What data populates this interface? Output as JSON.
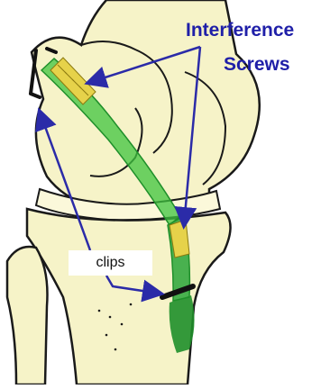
{
  "labels": {
    "interference_line1": "Interference",
    "interference_line2": "Screws",
    "clips": "clips"
  },
  "colors": {
    "label_blue": "#1f1fa8",
    "arrow_blue": "#2b2ba8",
    "bone_fill": "#f6f3c8",
    "outline": "#1a1a1a",
    "graft_green": "#3fc43f",
    "graft_dark_green": "#1f8f2a",
    "screw_yellow": "#e6d24a",
    "clip_black": "#111111"
  }
}
